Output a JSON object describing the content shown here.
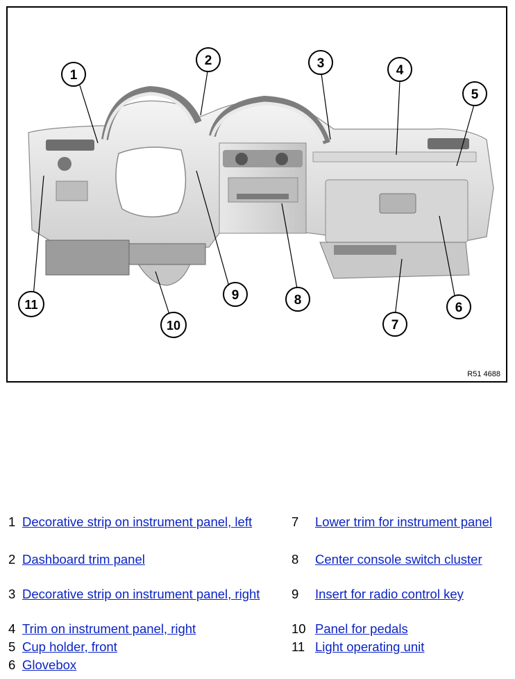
{
  "figure": {
    "reference": "R51 4688",
    "callouts": [
      "1",
      "2",
      "3",
      "4",
      "5",
      "6",
      "7",
      "8",
      "9",
      "10",
      "11"
    ]
  },
  "legend": [
    {
      "num": "1",
      "label": "Decorative strip on instrument panel, left"
    },
    {
      "num": "2",
      "label": "Dashboard trim panel"
    },
    {
      "num": "3",
      "label": "Decorative strip on instrument panel, right"
    },
    {
      "num": "4",
      "label": "Trim on instrument panel, right"
    },
    {
      "num": "5",
      "label": "Cup holder, front"
    },
    {
      "num": "6",
      "label": "Glovebox"
    },
    {
      "num": "7",
      "label": "Lower trim for instrument panel"
    },
    {
      "num": "8",
      "label": "Center console switch cluster"
    },
    {
      "num": "9",
      "label": "Insert for radio control key"
    },
    {
      "num": "10",
      "label": "Panel for pedals"
    },
    {
      "num": "11",
      "label": "Light operating unit"
    }
  ],
  "colors": {
    "link": "#0b24c4",
    "callout_stroke": "#000000"
  }
}
